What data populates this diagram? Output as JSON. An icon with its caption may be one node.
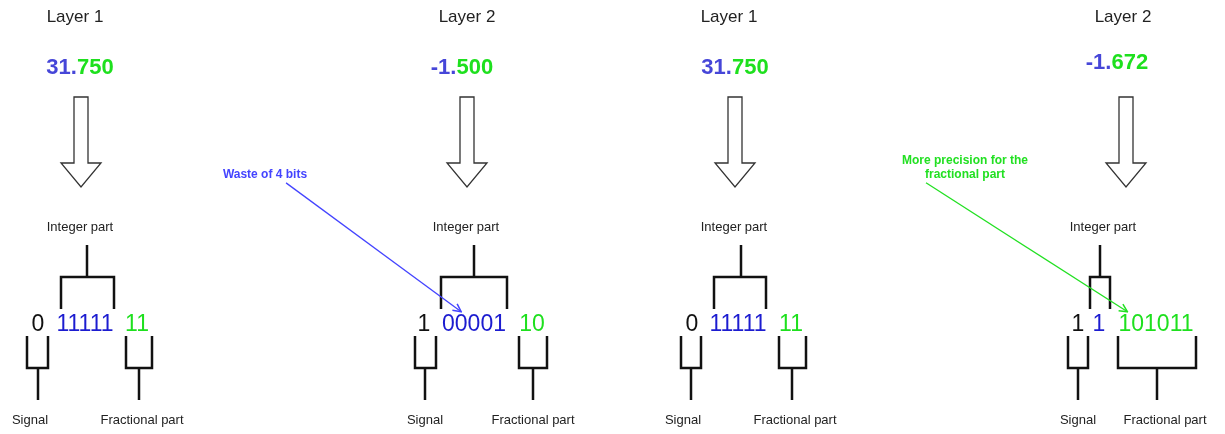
{
  "diagram": {
    "nodes": [
      {
        "text": [
          "Waste of 4 bits"
        ]
      },
      {
        "text": [
          "00001"
        ]
      },
      {
        "text": [
          "More precision for the fractional part"
        ]
      },
      {
        "text": [
          "101011"
        ]
      }
    ],
    "edges": [
      {
        "from": 0,
        "to": 1,
        "arrow": "to",
        "color": "#4444ff"
      },
      {
        "from": 2,
        "to": 3,
        "arrow": "to",
        "color": "#22e022"
      }
    ],
    "labels": [
      "Layer 1",
      "31.750",
      "Integer part",
      "0",
      "11111",
      "11",
      "Signal",
      "Fractional part",
      "Layer 2",
      "-1.500",
      "Integer part",
      "1",
      "10",
      "Signal",
      "Fractional part",
      "Layer 1",
      "31.750",
      "Integer part",
      "0",
      "11111",
      "11",
      "Signal",
      "Fractional part",
      "Layer 2",
      "-1.672",
      "Integer part",
      "1",
      "1",
      "Signal",
      "Fractional part"
    ]
  }
}
